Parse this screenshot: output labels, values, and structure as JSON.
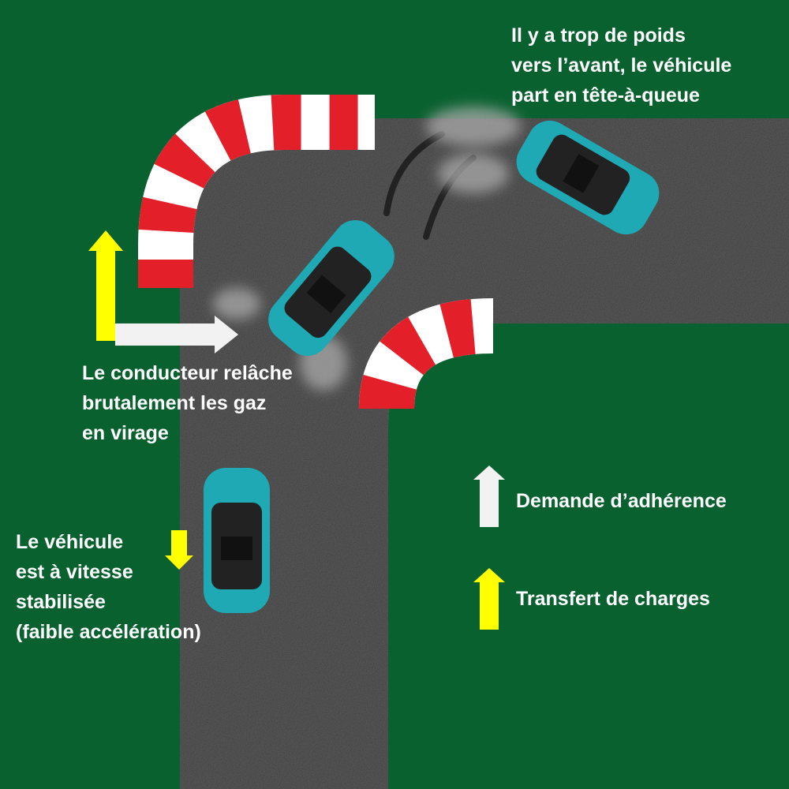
{
  "labels": {
    "spin": [
      "Il y a trop de poids",
      "vers l’avant, le véhicule",
      "part en tête-à-queue"
    ],
    "release": [
      "Le conducteur relâche",
      "brutalement les gaz",
      "en virage"
    ],
    "stable": [
      "Le véhicule",
      "est à vitesse",
      "stabilisée",
      "(faible accélération)"
    ]
  },
  "legend": {
    "grip": "Demande d’adhérence",
    "load": "Transfert de charges"
  },
  "colors": {
    "grass": "#0a6130",
    "road": "#555555",
    "car": "#1fa9b5",
    "kerb_red": "#e3202a",
    "arrow_yellow": "#ffff00",
    "arrow_white": "#f2f2f2"
  }
}
